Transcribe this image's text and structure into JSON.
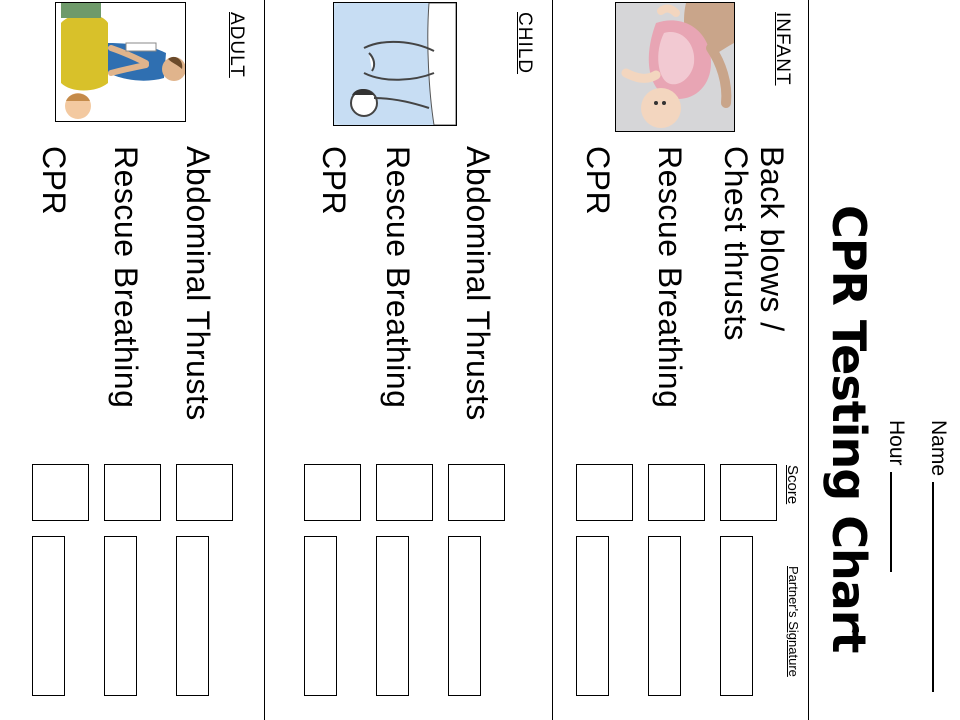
{
  "title": "CPR Testing Chart",
  "name_label": "Name",
  "hour_label": "Hour",
  "score_header": "Score",
  "signature_header": "Partner's Signature",
  "sections": [
    {
      "label": "INFANT",
      "image": "infant-back-blows-illustration",
      "items": [
        "Back blows /",
        "Chest thrusts",
        "Rescue Breathing",
        "CPR"
      ]
    },
    {
      "label": "CHILD",
      "image": "child-abdominal-thrusts-illustration",
      "items": [
        "Abdominal Thrusts",
        "Rescue Breathing",
        "CPR"
      ]
    },
    {
      "label": "ADULT",
      "image": "adult-abdominal-thrusts-illustration",
      "items": [
        "Abdominal Thrusts",
        "Rescue Breathing",
        "CPR"
      ]
    }
  ]
}
